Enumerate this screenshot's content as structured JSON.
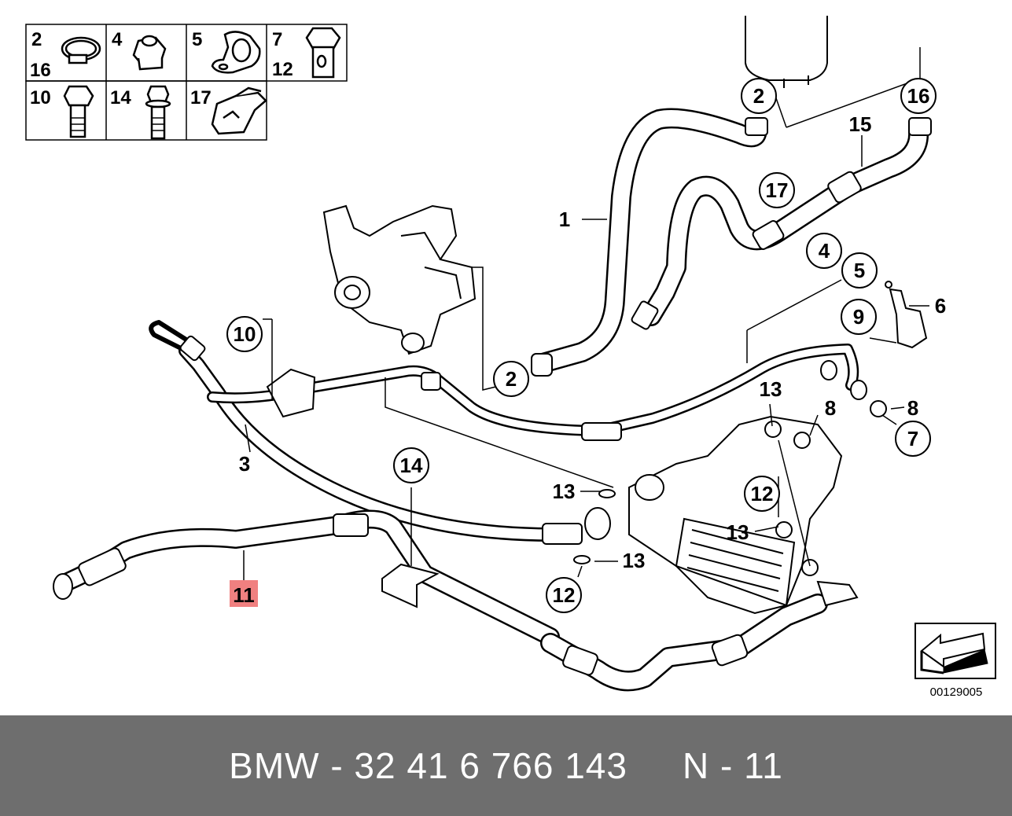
{
  "legend": [
    {
      "labels": [
        "2",
        "16"
      ],
      "icon": "hose-clamp-icon"
    },
    {
      "labels": [
        "4"
      ],
      "icon": "collar-nut-icon"
    },
    {
      "labels": [
        "5"
      ],
      "icon": "pipe-clip-icon"
    },
    {
      "labels": [
        "7",
        "12"
      ],
      "icon": "banjo-bolt-icon"
    },
    {
      "labels": [
        "10"
      ],
      "icon": "hex-bolt-icon"
    },
    {
      "labels": [
        "14"
      ],
      "icon": "flange-bolt-icon"
    },
    {
      "labels": [
        "17"
      ],
      "icon": "retaining-clip-icon"
    }
  ],
  "callouts": [
    "2",
    "16",
    "15",
    "17",
    "1",
    "4",
    "5",
    "6",
    "9",
    "10",
    "2",
    "13",
    "8",
    "8",
    "7",
    "3",
    "14",
    "13",
    "12",
    "13",
    "13",
    "12",
    "11"
  ],
  "diagram_code": "00129005",
  "highlight_color": "#f08080",
  "footer": {
    "left": "BMW - 32 41 6 766 143",
    "right": "N - 11"
  }
}
